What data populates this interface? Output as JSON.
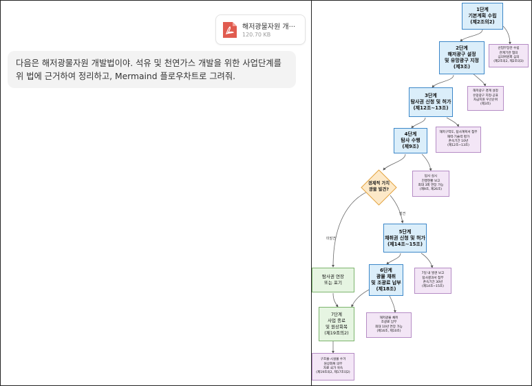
{
  "attachment": {
    "file_name": "해저광물자원 개···",
    "file_size": "120.70 KB"
  },
  "message": {
    "text": "다음은 해저광물자원 개발법이야. 석유 및 천연가스 개발을 위한 사업단계를 위 법에 근거하여 정리하고, Mermaind 플로우차트로 그려줘."
  },
  "flowchart": {
    "step1": [
      "1단계",
      "기본계획 수립",
      "(제2조의2)"
    ],
    "note1": [
      "산업부장관 수립",
      "관계기관 협의",
      "심의위원회 심의",
      "(제2조의2, 제2조의3)"
    ],
    "step2": [
      "2단계",
      "해저광구 설정",
      "및 유망광구 지정",
      "(제3조)"
    ],
    "note2": [
      "해저광구 경계 설정",
      "유망광구 지정·공표",
      "자금지원 우선순위",
      "(제3조)"
    ],
    "step3": [
      "3단계",
      "탐사권 신청 및 허가",
      "(제12조~13조)"
    ],
    "note3": [
      "해저구역도, 탐사계획서 첨부",
      "재력·기술력 평가",
      "존속기간 10년",
      "(제12조~13조)"
    ],
    "step4": [
      "4단계",
      "탐사 수행",
      "(제9조)"
    ],
    "note4": [
      "탐사 실시",
      "진행현황 보고",
      "최대 3회 연장 가능",
      "(제9조, 제26조)"
    ],
    "decision": [
      "경제적 가치",
      "광물 발견?"
    ],
    "label_found": "발견",
    "label_not_found": "미발견",
    "step5": [
      "5단계",
      "채취권 신청 및 허가",
      "(제14조~15조)"
    ],
    "note5": [
      "7일 내 발견 보고",
      "탐사결과서 첨부",
      "존속기간 30년",
      "(제14조~15조)"
    ],
    "giveup": [
      "탐사권 연장",
      "또는 포기"
    ],
    "step6": [
      "6단계",
      "광물 채취",
      "및 조광료 납부",
      "(제18조)"
    ],
    "note6": [
      "해저광물 채취",
      "조광료 납부",
      "최대 10년 연장 가능",
      "(제16조, 제10조)"
    ],
    "step7": [
      "7단계",
      "사업 종료",
      "및 원상회복",
      "(제19조의2)"
    ],
    "note7": [
      "구조물·시설물 수거",
      "원상회복 의무",
      "자료 국가 귀속",
      "(제19조의2, 제17조의2)"
    ]
  }
}
